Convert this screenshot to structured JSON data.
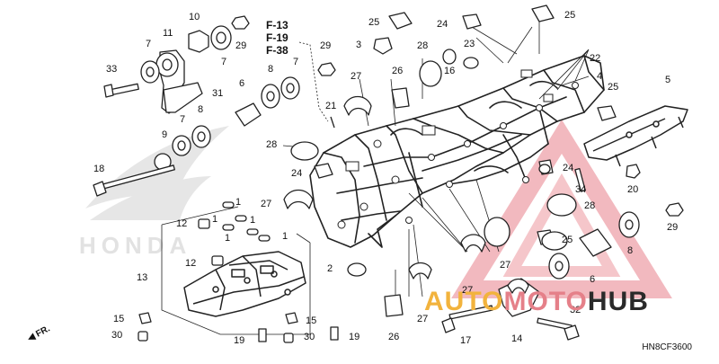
{
  "diagram": {
    "ref_codes": [
      "F-13",
      "F-19",
      "F-38"
    ],
    "diagram_code": "HN8CF3600",
    "direction_label": "FR.",
    "watermark": {
      "brand_left": "AUTO",
      "brand_mid": "MOTO",
      "brand_right": "HUB",
      "faded_logo": "HONDA"
    },
    "labels": [
      "1",
      "1",
      "1",
      "1",
      "1",
      "2",
      "3",
      "4",
      "5",
      "6",
      "6",
      "7",
      "7",
      "7",
      "7",
      "8",
      "8",
      "8",
      "9",
      "10",
      "11",
      "12",
      "12",
      "13",
      "14",
      "15",
      "15",
      "16",
      "17",
      "18",
      "19",
      "19",
      "20",
      "21",
      "22",
      "23",
      "24",
      "24",
      "24",
      "25",
      "25",
      "25",
      "25",
      "26",
      "26",
      "27",
      "27",
      "27",
      "27",
      "27",
      "28",
      "28",
      "28",
      "29",
      "29",
      "29",
      "30",
      "30",
      "31",
      "32",
      "33",
      "34"
    ]
  }
}
